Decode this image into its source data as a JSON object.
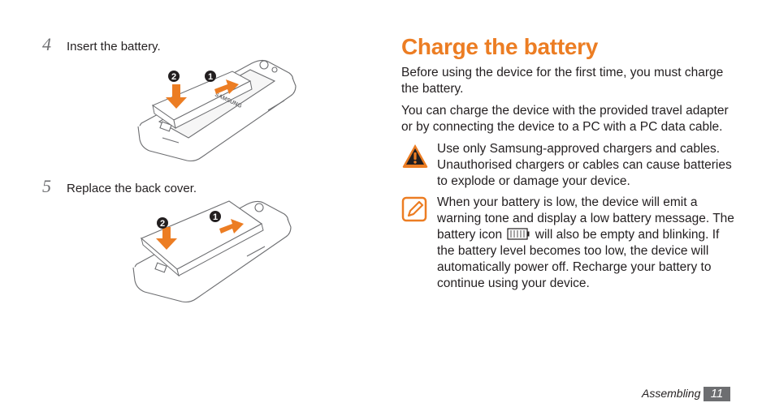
{
  "left_column": {
    "steps": [
      {
        "number": "4",
        "text": "Insert the battery."
      },
      {
        "number": "5",
        "text": "Replace the back cover."
      }
    ],
    "illustration_1": {
      "brand": "SAMSUNG",
      "callout_1": "1",
      "callout_2": "2"
    },
    "illustration_2": {
      "callout_1": "1",
      "callout_2": "2"
    }
  },
  "right_column": {
    "title": "Charge the battery",
    "para1": "Before using the device for the first time, you must charge the battery.",
    "para2": "You can charge the device with the provided travel adapter or by connecting the device to a PC with a PC data cable.",
    "warning_text": "Use only Samsung-approved chargers and cables. Unauthorised chargers or cables can cause batteries to explode or damage your device.",
    "note_text_before": "When your battery is low, the device will emit a warning tone and display a low battery message. The battery icon",
    "note_text_after": " will also be empty and blinking. If the battery level becomes too low, the device will automatically power off. Recharge your battery to continue using your device."
  },
  "icons": {
    "warning": "warning-triangle-icon",
    "note": "note-pencil-icon",
    "battery": "battery-empty-icon"
  },
  "footer": {
    "section": "Assembling",
    "page": "11"
  },
  "colors": {
    "accent": "#ec7d23",
    "text": "#231f20",
    "gray": "#6d6e71"
  }
}
